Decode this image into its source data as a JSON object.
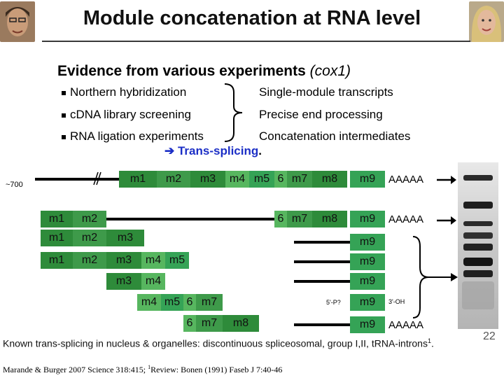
{
  "title": "Module concatenation at RNA level",
  "subtitle": {
    "main": "Evidence from various experiments",
    "italic": "(cox1)"
  },
  "bullets": [
    "Northern hybridization",
    "cDNA library screening",
    "RNA ligation experiments"
  ],
  "results": [
    "Single-module transcripts",
    "Precise end processing",
    "Concatenation intermediates"
  ],
  "conclusion": {
    "arrow": "➔",
    "text": "Trans-splicing",
    "period": "."
  },
  "size_marker": "~700",
  "modules": {
    "m1": "m1",
    "m2": "m2",
    "m3": "m3",
    "m4": "m4",
    "m5": "m5",
    "m6": "6",
    "m7": "m7",
    "m8": "m8",
    "m9": "m9"
  },
  "polyA": "AAAAA",
  "end_5p": "5'-P?",
  "end_3p": "3'-OH",
  "footer": {
    "line1_a": "Known trans-splicing in nucleus & organelles: discontinuous spliceosomal, group I,II, tRNA-introns",
    "line1_sup": "1",
    "line1_end": ".",
    "line2_a": "Marande & Burger 2007 Science 318:415;",
    "line2_sup": "1",
    "line2_b": "Review: Bonen (1991) Faseb J 7:40-46"
  },
  "page_number": "22",
  "colors": {
    "module_dark": "#2e8b3a",
    "module_mid": "#3e9a4a",
    "module_light": "#57b65f",
    "arrow_blue": "#1c2fc6"
  }
}
